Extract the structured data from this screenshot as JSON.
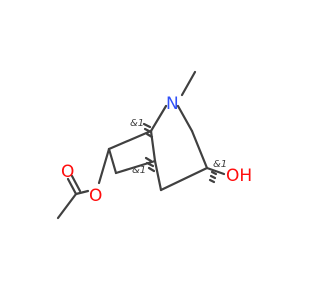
{
  "colors": {
    "background": "#ffffff",
    "bond": "#404040",
    "nitrogen": "#3050f8",
    "oxygen": "#ff0d0d",
    "stereo_label": "#404040"
  },
  "molecule": {
    "atoms": {
      "n_label": "N",
      "ester_carbonyl_o_label": "O",
      "ester_o_label": "O",
      "hydroxyl_label": "OH"
    },
    "stereo_labels": [
      "&1",
      "&1",
      "&1"
    ]
  }
}
